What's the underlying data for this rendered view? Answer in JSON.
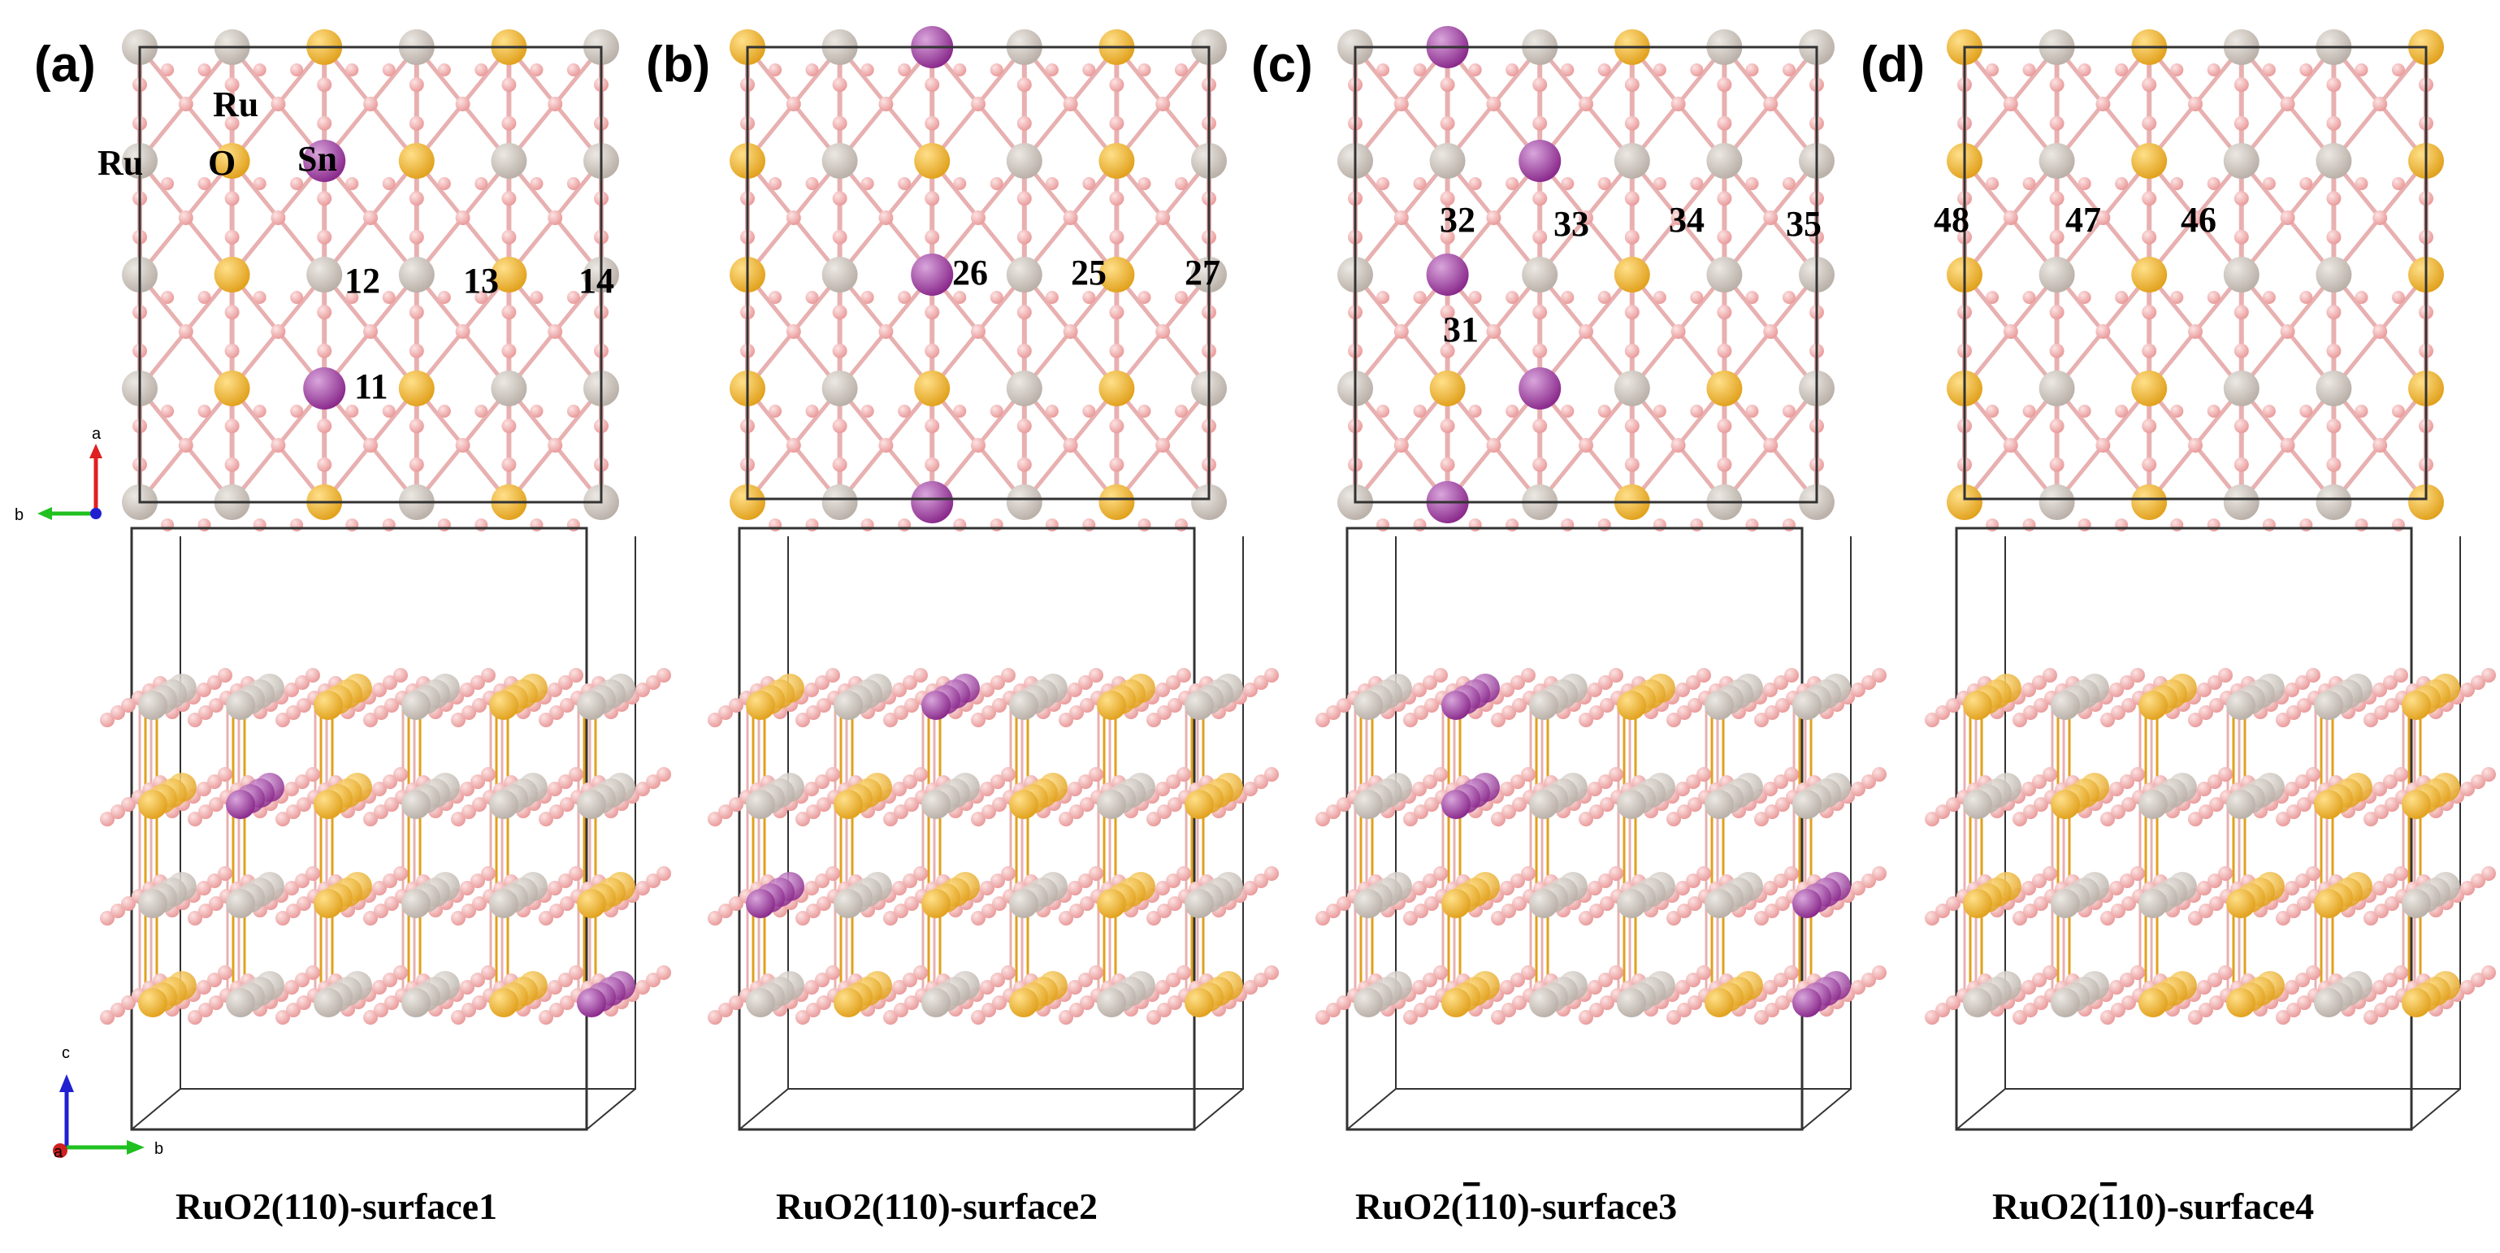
{
  "colors": {
    "ru": "#b9b0a8",
    "ru_hi": "#ece8e3",
    "sn": "#8a2a8c",
    "sn_hi": "#d9a6dc",
    "o": "#e99a9a",
    "o_hi": "#fde3e3",
    "dopant_site": "#e1a11d",
    "dopant_hi": "#ffe08a",
    "cell": "#333333",
    "bond": "#e8b0b0"
  },
  "atom_labels": {
    "ru_top": "Ru",
    "ru_left": "Ru",
    "o": "O",
    "sn": "Sn"
  },
  "axes": {
    "a": "a",
    "b": "b",
    "c": "c"
  },
  "panels": [
    {
      "letter": "(a)",
      "caption_pre": "RuO2(",
      "caption_bar": "",
      "caption_rest": "110)-surface1",
      "sites": [
        "12",
        "13",
        "14"
      ],
      "sites_lower": [
        "11"
      ],
      "top_grid": [
        [
          "R",
          "R",
          "D",
          "R",
          "D",
          "R"
        ],
        [
          "R",
          "D",
          "S",
          "D",
          "R",
          "R"
        ],
        [
          "R",
          "D",
          "R",
          "R",
          "D",
          "R"
        ],
        [
          "R",
          "D",
          "S",
          "D",
          "R",
          "R"
        ]
      ]
    },
    {
      "letter": "(b)",
      "caption_pre": "RuO2(",
      "caption_bar": "",
      "caption_rest": "110)-surface2",
      "sites": [
        "26",
        "25",
        "27"
      ],
      "sites_lower": [],
      "top_grid": [
        [
          "D",
          "R",
          "S",
          "R",
          "D",
          "R"
        ],
        [
          "D",
          "R",
          "D",
          "R",
          "D",
          "R"
        ],
        [
          "D",
          "R",
          "S",
          "R",
          "D",
          "R"
        ],
        [
          "D",
          "R",
          "D",
          "R",
          "D",
          "R"
        ]
      ]
    },
    {
      "letter": "(c)",
      "caption_pre": "RuO2(",
      "caption_bar": "1",
      "caption_rest": "10)-surface3",
      "sites": [
        "32",
        "33",
        "34",
        "35"
      ],
      "sites_lower": [
        "31"
      ],
      "top_grid": [
        [
          "R",
          "S",
          "R",
          "D",
          "R",
          "R"
        ],
        [
          "R",
          "R",
          "S",
          "R",
          "R",
          "R"
        ],
        [
          "R",
          "S",
          "R",
          "D",
          "R",
          "R"
        ],
        [
          "R",
          "D",
          "S",
          "R",
          "D",
          "R"
        ]
      ]
    },
    {
      "letter": "(d)",
      "caption_pre": "RuO2(",
      "caption_bar": "1",
      "caption_rest": "10)-surface4",
      "sites": [
        "48",
        "47",
        "46"
      ],
      "sites_lower": [],
      "top_grid": [
        [
          "D",
          "R",
          "D",
          "R",
          "R",
          "D"
        ],
        [
          "D",
          "R",
          "D",
          "R",
          "R",
          "D"
        ],
        [
          "D",
          "R",
          "D",
          "R",
          "R",
          "D"
        ],
        [
          "D",
          "R",
          "D",
          "R",
          "R",
          "D"
        ]
      ]
    }
  ]
}
